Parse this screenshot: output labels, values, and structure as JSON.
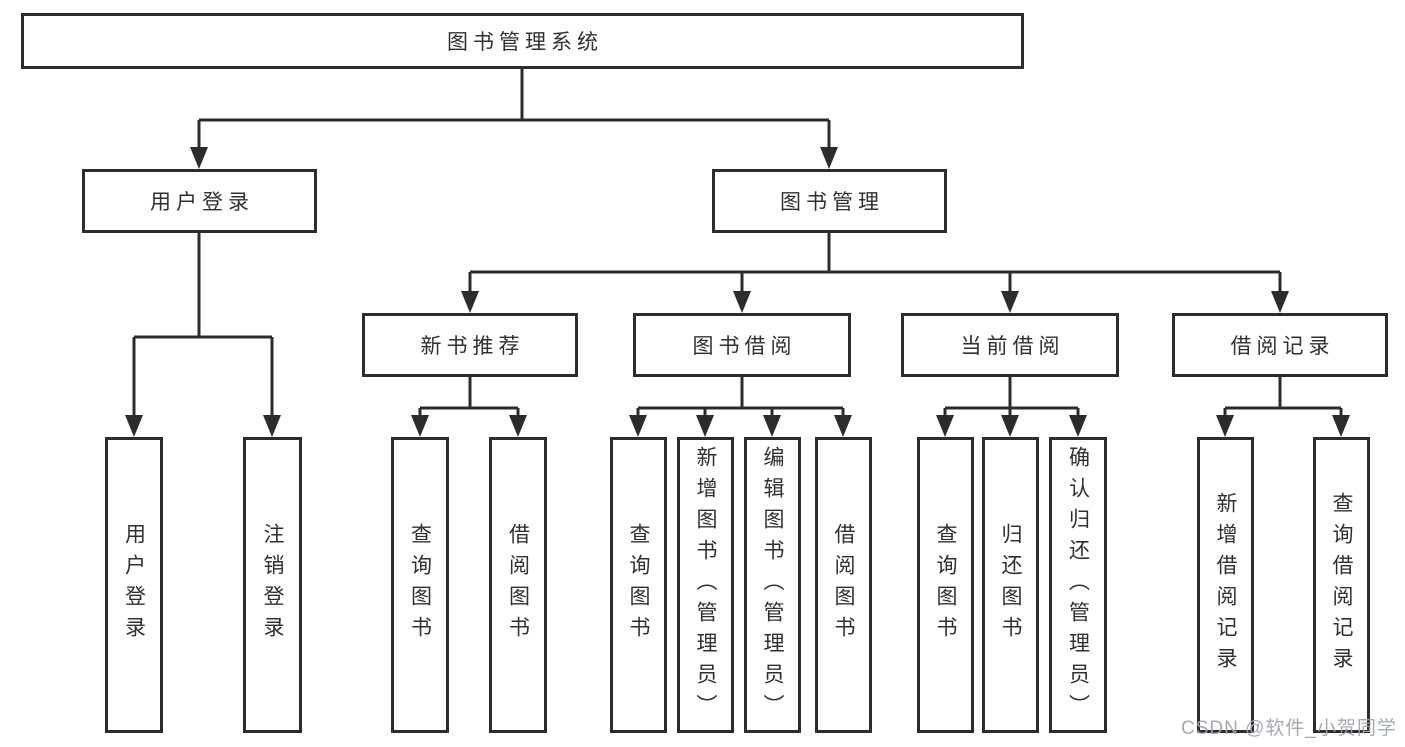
{
  "root": {
    "label": "图书管理系统"
  },
  "level1": [
    {
      "label": "用户登录"
    },
    {
      "label": "图书管理"
    }
  ],
  "level2": [
    {
      "label": "新书推荐",
      "parent": "图书管理"
    },
    {
      "label": "图书借阅",
      "parent": "图书管理"
    },
    {
      "label": "当前借阅",
      "parent": "图书管理"
    },
    {
      "label": "借阅记录",
      "parent": "图书管理"
    }
  ],
  "leaves": [
    {
      "label": "用户登录",
      "parent": "用户登录"
    },
    {
      "label": "注销登录",
      "parent": "用户登录"
    },
    {
      "label": "查询图书",
      "parent": "新书推荐"
    },
    {
      "label": "借阅图书",
      "parent": "新书推荐"
    },
    {
      "label": "查询图书",
      "parent": "图书借阅"
    },
    {
      "label": "新增图书（管理员）",
      "parent": "图书借阅"
    },
    {
      "label": "编辑图书（管理员）",
      "parent": "图书借阅"
    },
    {
      "label": "借阅图书",
      "parent": "图书借阅"
    },
    {
      "label": "查询图书",
      "parent": "当前借阅"
    },
    {
      "label": "归还图书",
      "parent": "当前借阅"
    },
    {
      "label": "确认归还（管理员）",
      "parent": "当前借阅"
    },
    {
      "label": "新增借阅记录",
      "parent": "借阅记录"
    },
    {
      "label": "查询借阅记录",
      "parent": "借阅记录"
    }
  ],
  "watermark": "CSDN @软件_小贺同学",
  "colors": {
    "line": "#2c2c2c",
    "text": "#303030",
    "watermark": "#9ea5ad",
    "background": "#ffffff"
  }
}
